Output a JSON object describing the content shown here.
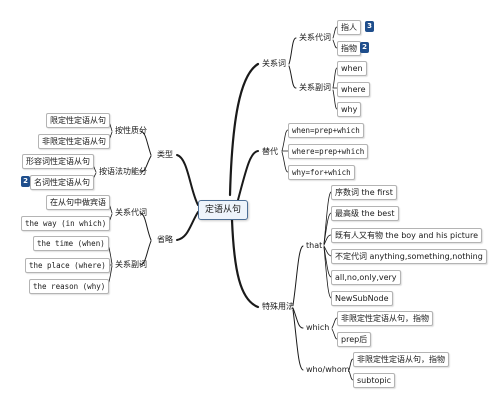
{
  "central": "定语从句",
  "branches": {
    "relation_words": "关系词",
    "rel_pronouns": "关系代词",
    "person": "指人",
    "thing": "指物",
    "rel_adverbs": "关系副词",
    "when": "when",
    "where": "where",
    "why": "why",
    "replace": "替代",
    "when_eq": "when=prep+which",
    "where_eq": "where=prep+which",
    "why_eq": "why=for+which",
    "special": "特殊用法",
    "that": "that",
    "ordinal": "序数词 the first",
    "superlative": "最高级 the best",
    "both": "既有人又有物 the boy and his picture",
    "indef": "不定代词 anything,something,nothing",
    "misc": "all,no,only,very",
    "newsub": "NewSubNode",
    "which": "which",
    "nonrestrictive_thing": "非限定性定语从句，指物",
    "prep_after": "prep后",
    "who_whom": "who/whom",
    "nonrestrictive_person": "非限定性定语从句，指物",
    "subtopic": "subtopic",
    "types": "类型",
    "by_nature": "按性质分",
    "restrictive": "限定性定语从句",
    "nonrestrictive": "非限定性定语从句",
    "by_function": "按语法功能分",
    "adjective": "形容词性定语从句",
    "nominal": "名词性定语从句",
    "omission": "省略",
    "om_rel_pronoun": "关系代词",
    "as_object": "在从句中做宾语",
    "the_way": "the way (in which)",
    "the_time": "the time (when)",
    "om_rel_adverb": "关系副词",
    "the_place": "the place (where)",
    "the_reason": "the reason (why)"
  },
  "badges": {
    "person": "3",
    "thing": "2",
    "nominal": "2"
  },
  "colors": {
    "line": "#1a1a1a",
    "central_border": "#4d6f96",
    "badge": "#1f4e8c",
    "box_border": "#b4b4b4"
  }
}
